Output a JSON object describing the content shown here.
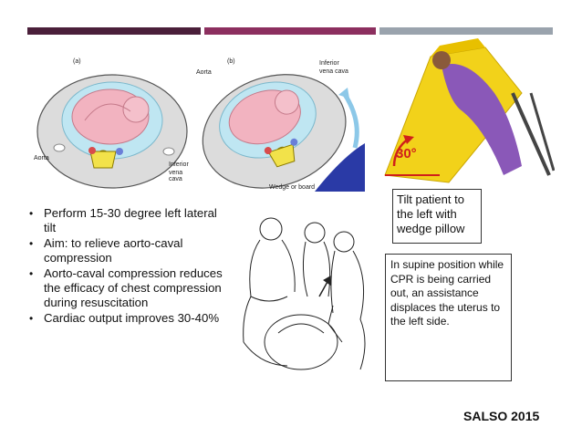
{
  "bullets": [
    "Perform 15-30 degree left lateral tilt",
    "Aim: to relieve aorto-caval compression",
    "Aorto-caval compression reduces the efficacy of chest compression during resuscitation",
    "Cardiac output improves 30-40%"
  ],
  "figure_a": {
    "panel": "(a)",
    "aorta": "Aorta",
    "vena_cava_1": "Inferior",
    "vena_cava_2": "vena cava"
  },
  "figure_b": {
    "panel": "(b)",
    "aorta": "Aorta",
    "vena_cava_1": "Inferior",
    "vena_cava_2": "vena cava",
    "wedge": "Wedge or board"
  },
  "tilt_photo": {
    "angle": "30°"
  },
  "tilt_box": "Tilt patient to the left with wedge pillow",
  "cpr_box": "In supine position while CPR is being carried out, an assistance displaces the uterus to the left side.",
  "credit": "SALSO 2015",
  "colors": {
    "bar1": "#4a1f3a",
    "bar2": "#8c2f5f",
    "bar3": "#9aa3ad",
    "angle": "#d0201a"
  }
}
